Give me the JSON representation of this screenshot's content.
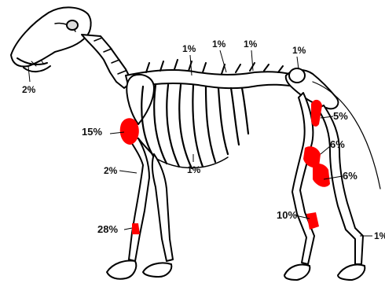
{
  "figure": {
    "subject": "dog skeleton, left lateral view",
    "highlight_color": "#ff0000",
    "bone_color": "#ffffff",
    "outline_color": "#000000"
  },
  "labels": {
    "skull": "2%",
    "thoracic_spine_1": "1%",
    "thoracic_spine_2": "1%",
    "lumbar_spine": "1%",
    "pelvis": "1%",
    "shoulder": "15%",
    "stifle": "5%",
    "elbow": "2%",
    "ribs": "1%",
    "tibia": "6%",
    "hock": "6%",
    "carpus": "28%",
    "metatarsus": "10%",
    "hind_toes": "1%"
  }
}
